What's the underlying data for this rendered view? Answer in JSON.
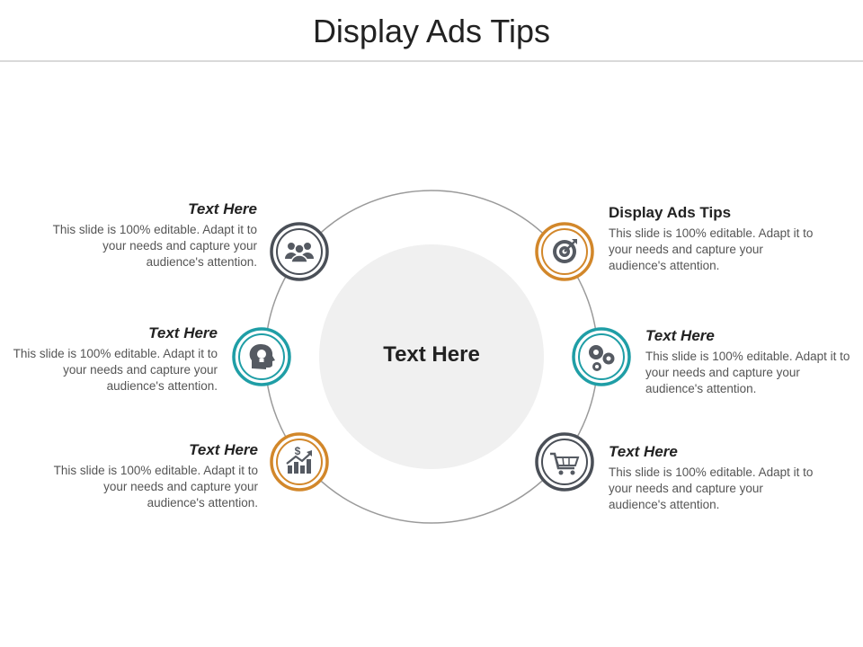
{
  "title": "Display Ads Tips",
  "center": {
    "label": "Text Here"
  },
  "colors": {
    "gray": "#4a4f57",
    "teal": "#1f9ea6",
    "orange": "#d2872a",
    "ring": "#9a9a9a",
    "center_fill": "#f0f0f0"
  },
  "items": [
    {
      "heading": "Text Here",
      "body": "This slide is 100% editable. Adapt it to your needs and capture your audience's attention.",
      "icon": "group-icon",
      "color": "gray"
    },
    {
      "heading": "Text Here",
      "body": "This slide is 100% editable. Adapt it to your needs and capture your audience's attention.",
      "icon": "head-lightbulb-icon",
      "color": "teal"
    },
    {
      "heading": "Text Here",
      "body": "This slide is 100% editable. Adapt it to your needs and capture your audience's attention.",
      "icon": "growth-chart-icon",
      "color": "orange"
    },
    {
      "heading": "Display Ads Tips",
      "body": "This slide is 100% editable. Adapt it to your needs and capture your audience's attention.",
      "icon": "target-icon",
      "color": "orange"
    },
    {
      "heading": "Text Here",
      "body": "This slide is 100% editable. Adapt it to your needs and capture your audience's attention.",
      "icon": "gears-icon",
      "color": "teal"
    },
    {
      "heading": "Text Here",
      "body": "This slide is 100% editable. Adapt it to your needs and capture your audience's attention.",
      "icon": "shopping-cart-icon",
      "color": "gray"
    }
  ]
}
